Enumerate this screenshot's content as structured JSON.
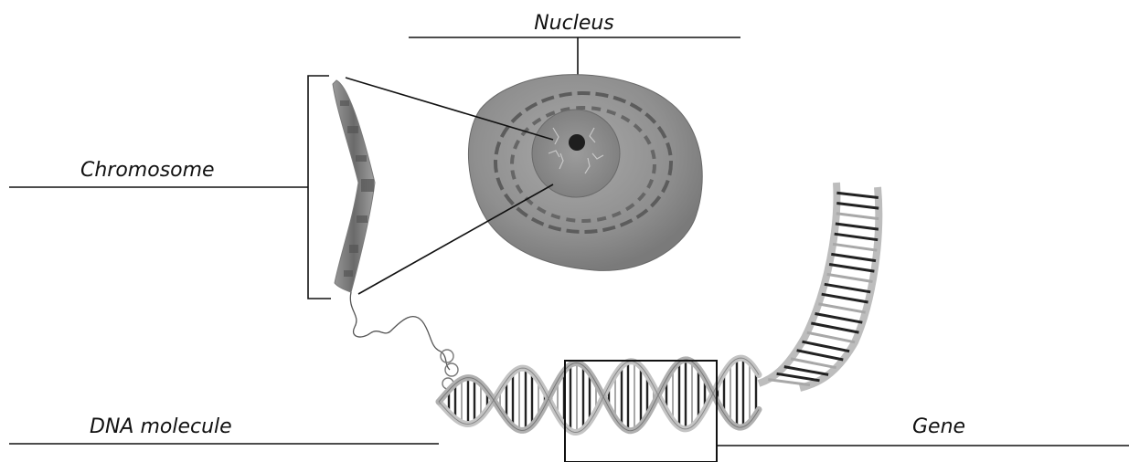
{
  "labels": {
    "nucleus": "Nucleus",
    "chromosome": "Chromosome",
    "dna_molecule": "DNA molecule",
    "gene": "Gene"
  },
  "colors": {
    "ink": "#111111",
    "cell_body": "#9a9a9a",
    "cell_dark": "#6e6e6e",
    "nucleus_body": "#8c8c8c",
    "chromosome": "#7a7a7a",
    "dna_strand": "#bdbdbd",
    "dna_rung_dark": "#222222",
    "dna_rung_light": "#a8a8a8"
  }
}
